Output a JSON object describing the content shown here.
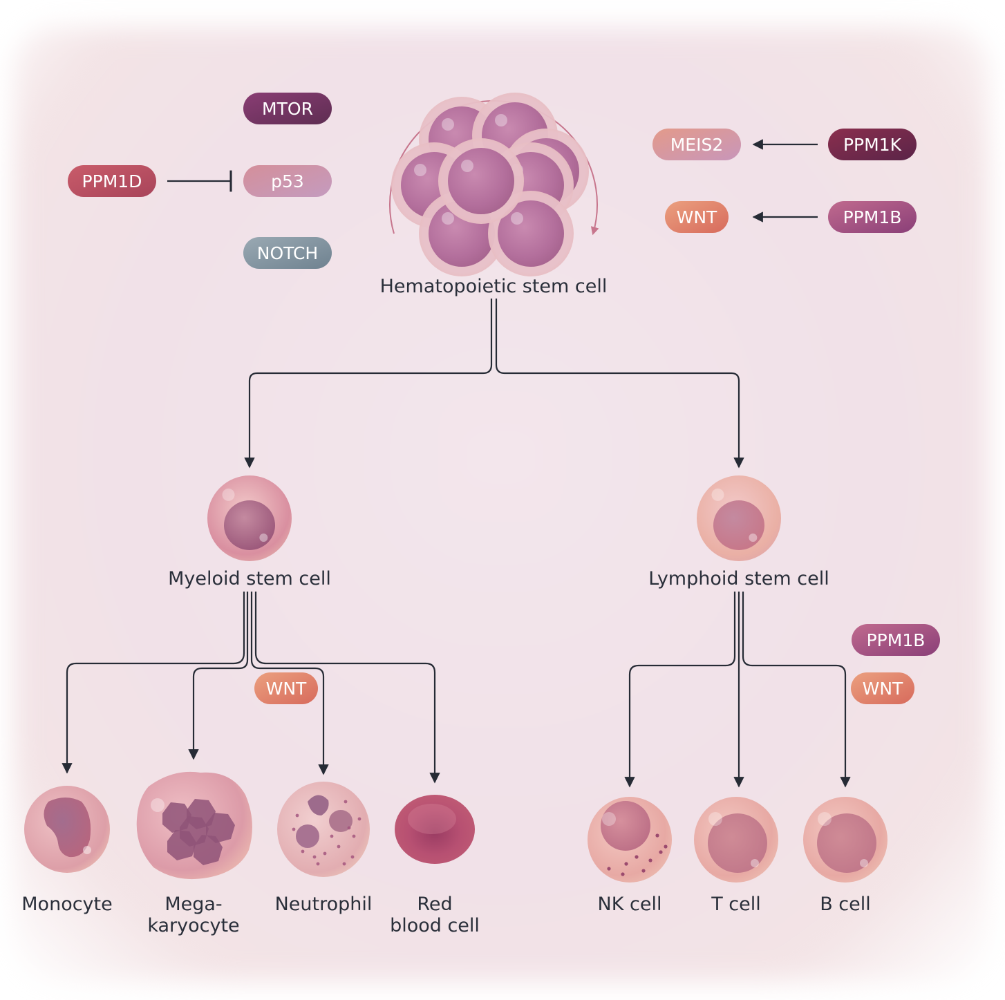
{
  "title": "Hematopoiesis regulation diagram",
  "colors": {
    "line": "#262b35",
    "text": "#2a2f3a",
    "MTOR": [
      "#8a3d74",
      "#5e2d52"
    ],
    "PPM1D": [
      "#c95c6a",
      "#a8445a"
    ],
    "p53": [
      "#d48f9a",
      "#c49bbf"
    ],
    "NOTCH": [
      "#9aa9b3",
      "#6f8290"
    ],
    "MEIS2": [
      "#e39a8a",
      "#c896ba"
    ],
    "PPM1K": [
      "#8b2f4e",
      "#5a2448"
    ],
    "PPM1B": [
      "#c06a8e",
      "#8a3f78"
    ],
    "WNT": [
      "#eba07f",
      "#d76a5c"
    ]
  },
  "stem": {
    "label": "Hematopoietic stem cell",
    "self_renewal": "self-renewal-arrow"
  },
  "regulators_left": [
    {
      "id": "MTOR",
      "label": "MTOR"
    },
    {
      "id": "PPM1D",
      "label": "PPM1D"
    },
    {
      "id": "p53",
      "label": "p53"
    },
    {
      "id": "NOTCH",
      "label": "NOTCH"
    }
  ],
  "interactions_left": [
    {
      "from": "PPM1D",
      "to": "p53",
      "type": "inhibits"
    }
  ],
  "regulators_right": [
    {
      "id": "MEIS2",
      "label": "MEIS2"
    },
    {
      "id": "PPM1K",
      "label": "PPM1K"
    },
    {
      "id": "WNT",
      "label": "WNT"
    },
    {
      "id": "PPM1B",
      "label": "PPM1B"
    }
  ],
  "interactions_right": [
    {
      "from": "PPM1K",
      "to": "MEIS2",
      "type": "activates"
    },
    {
      "from": "PPM1B",
      "to": "WNT",
      "type": "activates"
    }
  ],
  "progenitors": {
    "myeloid": {
      "label": "Myeloid stem cell"
    },
    "lymphoid": {
      "label": "Lymphoid stem cell"
    }
  },
  "myeloid_badges": [
    {
      "id": "WNT",
      "label": "WNT"
    }
  ],
  "lymphoid_badges": [
    {
      "id": "PPM1B",
      "label": "PPM1B"
    },
    {
      "id": "WNT",
      "label": "WNT"
    }
  ],
  "myeloid_cells": [
    {
      "label": [
        "Monocyte"
      ]
    },
    {
      "label": [
        "Mega-",
        "karyocyte"
      ]
    },
    {
      "label": [
        "Neutrophil"
      ]
    },
    {
      "label": [
        "Red",
        "blood cell"
      ]
    }
  ],
  "lymphoid_cells": [
    {
      "label": [
        "NK cell"
      ]
    },
    {
      "label": [
        "T cell"
      ]
    },
    {
      "label": [
        "B cell"
      ]
    }
  ]
}
